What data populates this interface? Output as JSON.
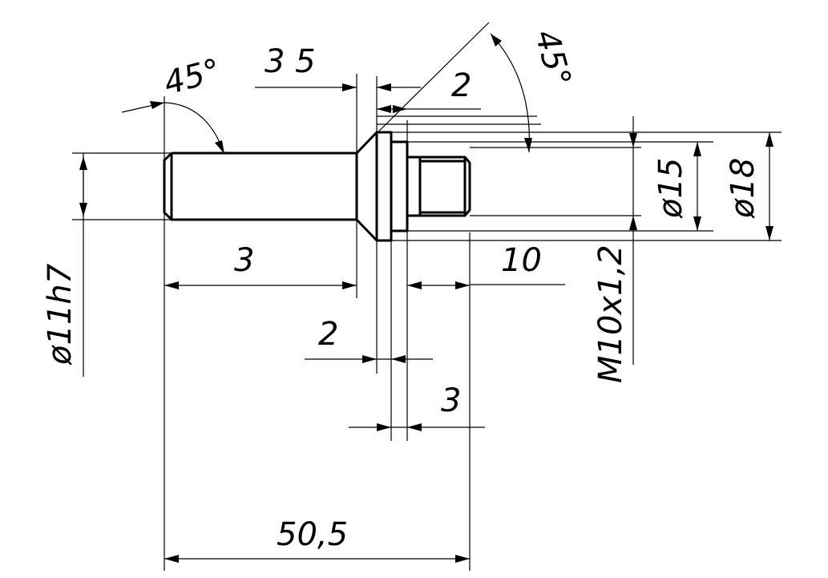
{
  "drawing": {
    "labels": {
      "chamfer_left_angle": "45°",
      "chamfer_right_angle": "45°",
      "top_dim_length": "3 5",
      "top_dim_small": "2",
      "shank_length": "3",
      "thread_length": "10",
      "collar_width": "2",
      "collar_offset": "3",
      "overall_length": "50,5",
      "shank_diameter": "ø11h7",
      "collar_diameter_inner": "ø15",
      "collar_diameter_outer": "ø18",
      "thread_spec": "M10x1,2"
    }
  }
}
